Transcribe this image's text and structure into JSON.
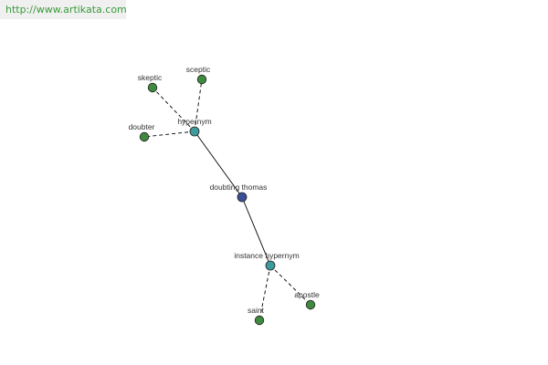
{
  "header": {
    "url": "http://www.artikata.com"
  },
  "colors": {
    "center": "#3a4f96",
    "relation": "#3d9b9b",
    "leaf": "#3f8a3f",
    "url_text": "#3a9a3a"
  },
  "graph": {
    "nodes": [
      {
        "id": "center",
        "label": "doubting thomas",
        "kind": "center"
      },
      {
        "id": "hypernym",
        "label": "hypernym",
        "kind": "relation"
      },
      {
        "id": "instance",
        "label": "instance hypernym",
        "kind": "relation"
      },
      {
        "id": "skeptic",
        "label": "skeptic",
        "kind": "leaf"
      },
      {
        "id": "sceptic",
        "label": "sceptic",
        "kind": "leaf"
      },
      {
        "id": "doubter",
        "label": "doubter",
        "kind": "leaf"
      },
      {
        "id": "saint",
        "label": "saint",
        "kind": "leaf"
      },
      {
        "id": "apostle",
        "label": "apostle",
        "kind": "leaf"
      }
    ],
    "edges": [
      {
        "from": "center",
        "to": "hypernym",
        "style": "solid"
      },
      {
        "from": "center",
        "to": "instance",
        "style": "solid"
      },
      {
        "from": "hypernym",
        "to": "skeptic",
        "style": "dashed"
      },
      {
        "from": "hypernym",
        "to": "sceptic",
        "style": "dashed"
      },
      {
        "from": "hypernym",
        "to": "doubter",
        "style": "dashed"
      },
      {
        "from": "instance",
        "to": "saint",
        "style": "dashed"
      },
      {
        "from": "instance",
        "to": "apostle",
        "style": "dashed"
      }
    ]
  }
}
